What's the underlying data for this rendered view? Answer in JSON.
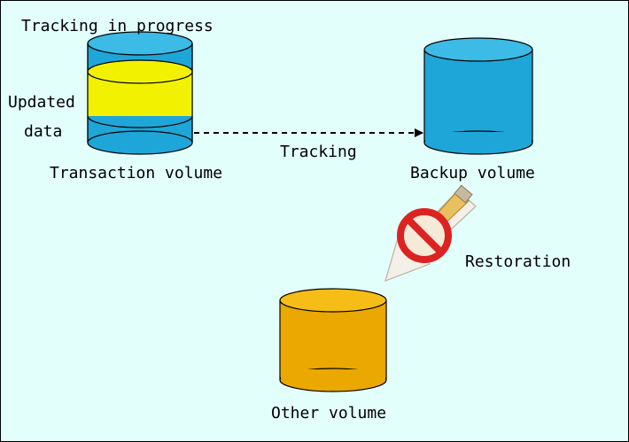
{
  "title": "Tracking in progress",
  "nodes": {
    "transaction": {
      "label": "Transaction volume",
      "overlay_label": [
        "Updated",
        "data"
      ]
    },
    "backup": {
      "label": "Backup volume"
    },
    "other": {
      "label": "Other volume"
    }
  },
  "edges": {
    "tracking": {
      "label": "Tracking",
      "style": "dashed"
    },
    "restoration": {
      "label": "Restoration",
      "status": "prohibited"
    }
  },
  "colors": {
    "background": "#e3fffb",
    "volume_blue": "#1ea6d8",
    "volume_blue_top": "#3bbbe6",
    "updated_yellow": "#f2f200",
    "other_orange": "#eba800",
    "other_orange_top": "#f6bd16",
    "prohibit_red": "#dd2222",
    "arrow_light": "#f4f0e8"
  }
}
